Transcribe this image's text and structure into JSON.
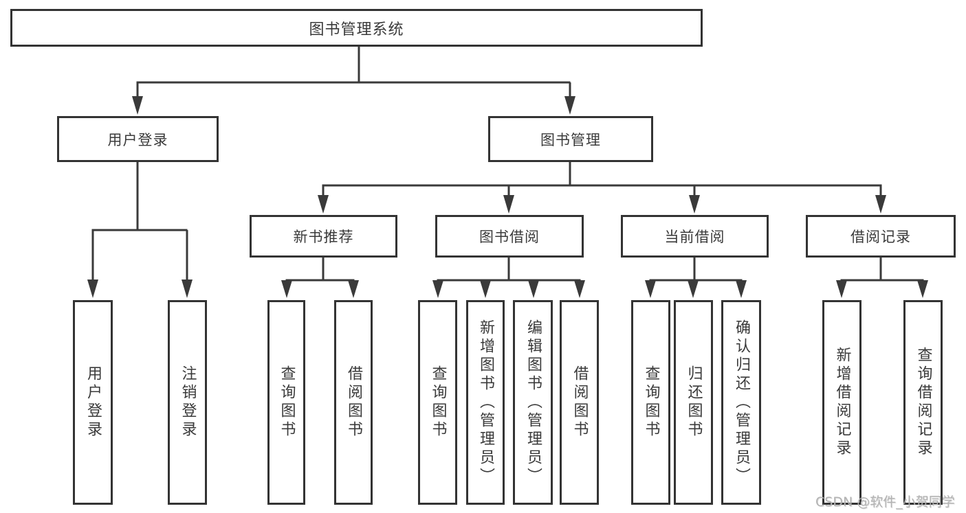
{
  "diagram": {
    "title": "图书管理系统",
    "nodes": {
      "root": {
        "label": "图书管理系统"
      },
      "user_login": {
        "label": "用户登录"
      },
      "book_management": {
        "label": "图书管理"
      },
      "new_book_recommend": {
        "label": "新书推荐"
      },
      "book_borrowing": {
        "label": "图书借阅"
      },
      "current_borrowing": {
        "label": "当前借阅"
      },
      "borrowing_records": {
        "label": "借阅记录"
      },
      "user_login_leaf": {
        "label": "用户登录"
      },
      "logout_leaf": {
        "label": "注销登录"
      },
      "query_books_recommend": {
        "label": "查询图书"
      },
      "borrow_books_recommend": {
        "label": "借阅图书"
      },
      "query_books_borrowing": {
        "label": "查询图书"
      },
      "add_books_admin": {
        "label": "新增图书（管理员）"
      },
      "edit_books_admin": {
        "label": "编辑图书（管理员）"
      },
      "borrow_books_borrowing": {
        "label": "借阅图书"
      },
      "query_books_current": {
        "label": "查询图书"
      },
      "return_books": {
        "label": "归还图书"
      },
      "confirm_return_admin": {
        "label": "确认归还（管理员）"
      },
      "add_borrow_record": {
        "label": "新增借阅记录"
      },
      "query_borrow_record": {
        "label": "查询借阅记录"
      }
    },
    "hierarchy": {
      "图书管理系统": {
        "用户登录": [
          "用户登录",
          "注销登录"
        ],
        "图书管理": {
          "新书推荐": [
            "查询图书",
            "借阅图书"
          ],
          "图书借阅": [
            "查询图书",
            "新增图书（管理员）",
            "编辑图书（管理员）",
            "借阅图书"
          ],
          "当前借阅": [
            "查询图书",
            "归还图书",
            "确认归还（管理员）"
          ],
          "借阅记录": [
            "新增借阅记录",
            "查询借阅记录"
          ]
        }
      }
    },
    "colors": {
      "line": "#3a3a3a",
      "box_border": "#333333",
      "text": "#3a3a3a",
      "background": "#ffffff",
      "watermark_text_color": "#b3b3b3"
    }
  },
  "watermark": "CSDN @软件_小贺同学"
}
